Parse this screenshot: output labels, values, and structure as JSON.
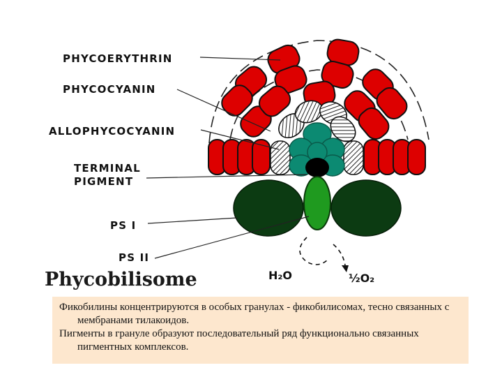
{
  "labels": {
    "phycoerythrin": "PHYCOERYTHRIN",
    "phycocyanin": "PHYCOCYANIN",
    "allophycocyanin": "ALLOPHYCOCYANIN",
    "terminal_line1": "TERMINAL",
    "terminal_line2": "PIGMENT",
    "ps1": "PS I",
    "ps2": "PS II"
  },
  "title": "Phycobilisome",
  "chem": {
    "h2o": "H₂O",
    "o2": "½O₂"
  },
  "caption": {
    "para1": "Фикобилины концентрируются в особых гранулах - фикобилисомах, тесно связанных с мембранами тилакоидов.",
    "para2": "Пигменты в грануле образуют последовательный ряд функционально связанных пигментных комплексов."
  },
  "colors": {
    "phycoerythrin": "#dd0000",
    "allophycocyanin": "#0c8a72",
    "terminal": "#000000",
    "ps1": "#0c3b12",
    "ps2": "#1f9a1f",
    "caption_bg": "#fde7ce"
  }
}
